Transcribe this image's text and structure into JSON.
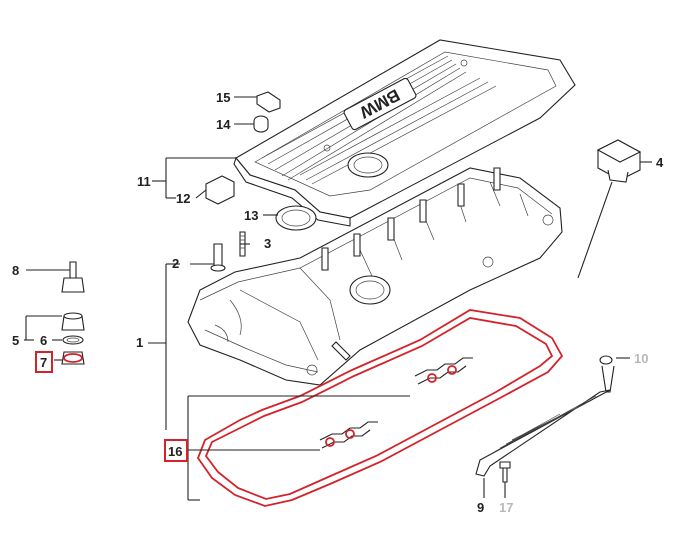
{
  "diagram": {
    "cover_logo_text": "BMW"
  },
  "callouts": {
    "c1": "1",
    "c2": "2",
    "c3": "3",
    "c4": "4",
    "c5": "5",
    "c6": "6",
    "c7": "7",
    "c8": "8",
    "c9": "9",
    "c10": "10",
    "c11": "11",
    "c12": "12",
    "c13": "13",
    "c14": "14",
    "c15": "15",
    "c16": "16",
    "c17": "17"
  },
  "highlighted_callouts": [
    "7",
    "16"
  ],
  "greyed_callouts": [
    "10",
    "17"
  ],
  "colors": {
    "highlight": "#d2232a",
    "line": "#222222",
    "greyed_label": "#b8b8b8"
  }
}
